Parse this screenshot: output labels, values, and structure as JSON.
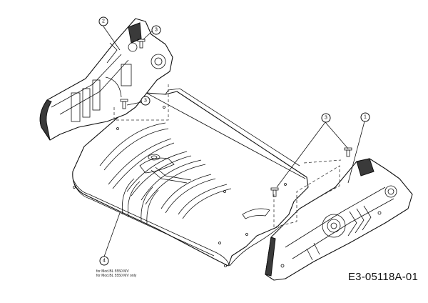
{
  "callouts": [
    {
      "id": "callout-1",
      "label": "1"
    },
    {
      "id": "callout-2",
      "label": "2"
    },
    {
      "id": "callout-3a",
      "label": "3"
    },
    {
      "id": "callout-3b",
      "label": "3"
    },
    {
      "id": "callout-3c",
      "label": "3"
    },
    {
      "id": "callout-4",
      "label": "4"
    }
  ],
  "notes": {
    "line1": "for Mod.BL 5550 MV",
    "line2": "for Mod.BL 5550 MV  only"
  },
  "drawing_code": "E3-05118A-01"
}
